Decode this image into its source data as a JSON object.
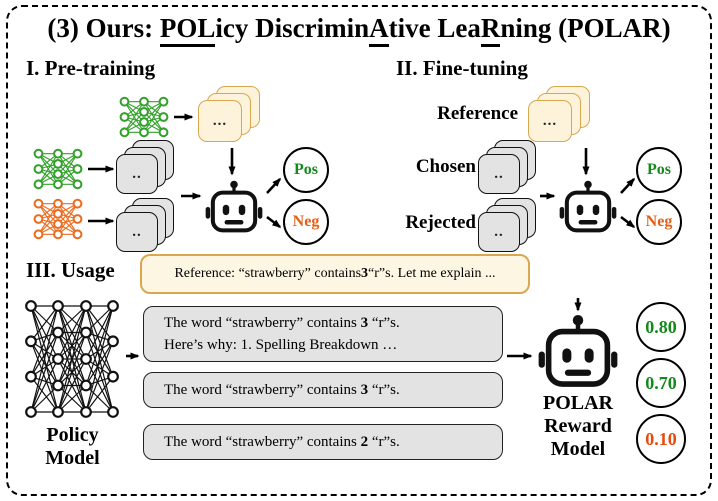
{
  "colors": {
    "pos_green": "#15891c",
    "neg_orange": "#e2611a",
    "score_low_orange": "#e8490c",
    "stack_yellow_fill": "#fcf3da",
    "stack_yellow_border": "#d8a850",
    "ref_box_fill": "#fdf6e3",
    "gray_fill": "#e3e3e3",
    "nn_green": "#33a02c",
    "nn_orange": "#ec6c1f"
  },
  "title": {
    "p1": "(3) Ours: ",
    "u1": "POL",
    "p2": "icy Discrimin",
    "u2": "A",
    "p3": "tive Lea",
    "u3": "R",
    "p4": "ning (POLAR)"
  },
  "stacks": {
    "yellow_dots": "...",
    "gray_dots": ".."
  },
  "pretraining": {
    "label": "I. Pre-training",
    "pos": "Pos",
    "neg": "Neg"
  },
  "finetuning": {
    "label": "II. Fine-tuning",
    "reference": "Reference",
    "chosen": "Chosen",
    "rejected": "Rejected",
    "pos": "Pos",
    "neg": "Neg"
  },
  "usage": {
    "label": "III. Usage",
    "reference_box": {
      "pre": "Reference: “strawberry” contains ",
      "bold": "3",
      "post": " “r”s. Let me explain ..."
    },
    "policy_line1": "Policy",
    "policy_line2": "Model",
    "responses": [
      {
        "pre": "The word “strawberry” contains ",
        "bold": "3",
        "post": " “r”s.",
        "line2": "Here’s why: 1. Spelling Breakdown …"
      },
      {
        "pre": "The word “strawberry” contains ",
        "bold": "3",
        "post": " “r”s.",
        "line2": ""
      },
      {
        "pre": "The word “strawberry” contains ",
        "bold": "2",
        "post": " “r”s.",
        "line2": ""
      }
    ],
    "reward_line1": "POLAR",
    "reward_line2": "Reward",
    "reward_line3": "Model",
    "scores": [
      "0.80",
      "0.70",
      "0.10"
    ]
  }
}
